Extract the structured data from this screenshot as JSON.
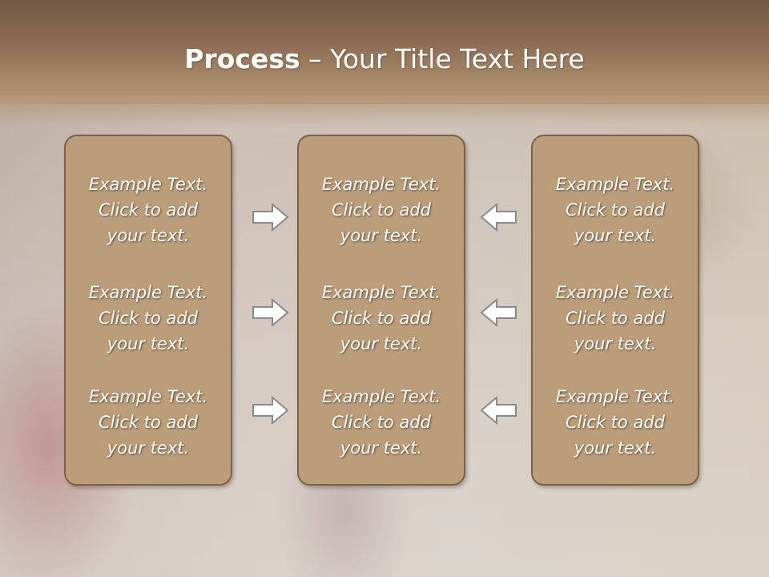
{
  "slide": {
    "title_bold": "Process",
    "title_rest": " – Your Title Text Here"
  },
  "columns": [
    {
      "items": [
        {
          "line1": "Example Text.",
          "line2": "Click  to add",
          "line3": "your text."
        },
        {
          "line1": "Example Text.",
          "line2": "Click  to add",
          "line3": "your text."
        },
        {
          "line1": "Example Text.",
          "line2": "Click  to add",
          "line3": "your text."
        }
      ]
    },
    {
      "items": [
        {
          "line1": "Example Text.",
          "line2": "Click  to add",
          "line3": "your text."
        },
        {
          "line1": "Example Text.",
          "line2": "Click  to add",
          "line3": "your text."
        },
        {
          "line1": "Example Text.",
          "line2": "Click  to add",
          "line3": "your text."
        }
      ]
    },
    {
      "items": [
        {
          "line1": "Example Text.",
          "line2": "Click  to add",
          "line3": "your text."
        },
        {
          "line1": "Example Text.",
          "line2": "Click  to add",
          "line3": "your text."
        },
        {
          "line1": "Example Text.",
          "line2": "Click  to add",
          "line3": "your text."
        }
      ]
    }
  ],
  "arrows": {
    "left_group_direction": "right",
    "right_group_direction": "left",
    "icon": "block-arrow-icon"
  },
  "colors": {
    "header": "#8b6c52",
    "panel_fill": "#bc9d79",
    "panel_border": "#7d6148",
    "text": "#ffffff"
  }
}
